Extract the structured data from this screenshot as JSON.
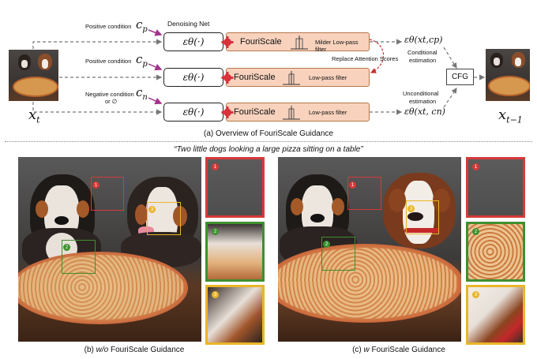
{
  "overview": {
    "net_title": "Denoising Net",
    "rows": [
      {
        "cond_label": "Positive condition",
        "cond_symbol": "c",
        "cond_sub": "p",
        "net_text": "εθ(·)",
        "fs_text": "FouriScale",
        "filter_text": "Milder Low-pass filter"
      },
      {
        "cond_label": "Positive condition",
        "cond_symbol": "c",
        "cond_sub": "p",
        "net_text": "εθ(·)",
        "fs_text": "FouriScale",
        "filter_text": "Low-pass filter"
      },
      {
        "cond_label": "Negative condition",
        "cond_label2": "or  ∅",
        "cond_symbol": "c",
        "cond_sub": "n",
        "net_text": "εθ(·)",
        "fs_text": "FouriScale",
        "filter_text": "Low-pass filter"
      }
    ],
    "replace_label": "Replace Attention Scores",
    "cond_est_top": "εθ(xt,cp)",
    "cond_est_label1": "Conditional",
    "cond_est_label2": "estimation",
    "uncond_est_label1": "Unconditional",
    "uncond_est_label2": "estimation",
    "uncond_est_bottom": "εθ(xt, cn)",
    "cfg_label": "CFG",
    "input_label": "x",
    "input_sub": "t",
    "output_label": "x",
    "output_sub": "t−1",
    "caption": "(a) Overview of FouriScale Guidance"
  },
  "prompt": "“Two little dogs looking a large pizza sitting on a table”",
  "panels": [
    {
      "caption_prefix": "(b) ",
      "caption_italic": "w/o",
      "caption_rest": " FouriScale Guidance"
    },
    {
      "caption_prefix": "(c) ",
      "caption_italic": "w",
      "caption_rest": " FouriScale Guidance"
    }
  ],
  "badges": [
    "1",
    "2",
    "3"
  ],
  "colors": {
    "red": "#d63a3a",
    "green": "#3f8f2f",
    "yellow": "#e8b62a",
    "fs_fill": "#f8d2bd",
    "arrow_purple": "#a2338a"
  }
}
